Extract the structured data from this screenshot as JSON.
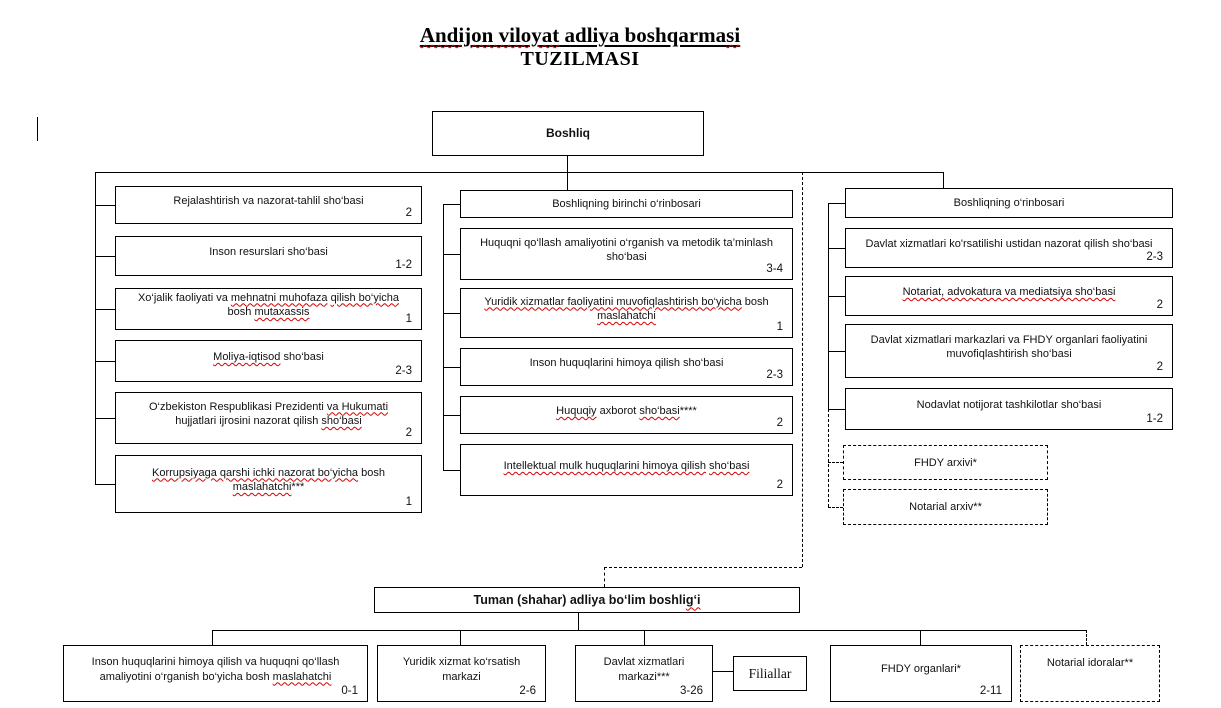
{
  "title": {
    "line1": "Andijon viloyat adliya boshqarmasi",
    "line1_misspelled": [
      "Andijon viloyat",
      "si"
    ],
    "line2": "TUZILMASI"
  },
  "root": {
    "label": "Boshliq"
  },
  "left": {
    "items": [
      {
        "label": "Rejalashtirish va nazorat-tahlil sho‘basi",
        "count": "2",
        "misspelled": []
      },
      {
        "label": "Inson resurslari sho‘basi",
        "count": "1-2",
        "misspelled": []
      },
      {
        "label": "Xo‘jalik faoliyati va mehnatni muhofaza qilish bo‘yicha bosh mutaxassis",
        "count": "1",
        "misspelled": [
          "mehnatni muhofaza",
          "qilish bo‘yicha",
          "mutaxassis"
        ]
      },
      {
        "label": "Moliya-iqtisod sho‘basi",
        "count": "2-3",
        "misspelled": [
          "Moliya-iqtisod"
        ]
      },
      {
        "label": "O‘zbekiston Respublikasi Prezidenti va Hukumati hujjatlari ijrosini nazorat qilish sho‘basi",
        "count": "2",
        "misspelled": [
          "va Hukumati",
          "sho‘basi"
        ]
      },
      {
        "label": "Korrupsiyaga qarshi ichki nazorat bo‘yicha bosh maslahatchi***",
        "count": "1",
        "misspelled": [
          "Korrupsiyaga qarshi ichki nazorat bo‘yicha",
          "maslahatchi"
        ]
      }
    ]
  },
  "middle": {
    "header": {
      "label": "Boshliqning birinchi o‘rinbosari"
    },
    "items": [
      {
        "label": "Huquqni qo‘llash amaliyotini o‘rganish va metodik ta’minlash sho‘basi",
        "count": "3-4",
        "misspelled": []
      },
      {
        "label": "Yuridik xizmatlar faoliyatini muvofiqlashtirish bo‘yicha bosh maslahatchi",
        "count": "1",
        "misspelled": [
          "Yuridik xizmatlar faoliyatini muvofiqlashtirish bo‘yicha",
          "maslahatchi"
        ]
      },
      {
        "label": "Inson huquqlarini himoya qilish sho‘basi",
        "count": "2-3",
        "misspelled": []
      },
      {
        "label": "Huquqiy axborot sho‘basi****",
        "count": "2",
        "misspelled": [
          "Huquqiy",
          "sho‘basi"
        ]
      },
      {
        "label": "Intellektual mulk huquqlarini himoya qilish sho‘basi",
        "count": "2",
        "misspelled": [
          "Intellektual mulk huquqlarini himoya qilish",
          "sho‘basi"
        ]
      }
    ]
  },
  "right": {
    "header": {
      "label": "Boshliqning o‘rinbosari"
    },
    "items": [
      {
        "label": "Davlat xizmatlari ko'rsatilishi ustidan nazorat qilish sho‘basi",
        "count": "2-3",
        "misspelled": []
      },
      {
        "label": "Notariat, advokatura va mediatsiya sho‘basi",
        "count": "2",
        "misspelled": [
          "Notariat, advokatura va mediatsiya sho‘basi"
        ]
      },
      {
        "label": "Davlat xizmatlari markazlari va FHDY organlari faoliyatini muvofiqlashtirish sho‘basi",
        "count": "2",
        "misspelled": []
      },
      {
        "label": "Nodavlat notijorat tashkilotlar sho‘basi",
        "count": "1-2",
        "misspelled": []
      }
    ],
    "dashed": [
      {
        "label": "FHDY arxivi*"
      },
      {
        "label": "Notarial arxiv**"
      }
    ]
  },
  "district": {
    "label": "Tuman (shahar) adliya bo‘lim boshlig‘i",
    "misspelled": [
      "g‘i"
    ]
  },
  "bottom": {
    "items": [
      {
        "label": "Inson huquqlarini himoya qilish va huquqni qo‘llash amaliyotini o‘rganish bo‘yicha bosh maslahatchi",
        "count": "0-1",
        "misspelled": [
          "maslahatchi"
        ]
      },
      {
        "label": "Yuridik xizmat ko‘rsatish markazi",
        "count": "2-6",
        "misspelled": []
      },
      {
        "label": "Davlat xizmatlari markazi***",
        "count": "3-26",
        "misspelled": []
      },
      {
        "label": "Filiallar"
      },
      {
        "label": "FHDY organlari*",
        "count": "2-11",
        "misspelled": []
      },
      {
        "label": "Notarial idoralar**",
        "misspelled": []
      }
    ]
  }
}
